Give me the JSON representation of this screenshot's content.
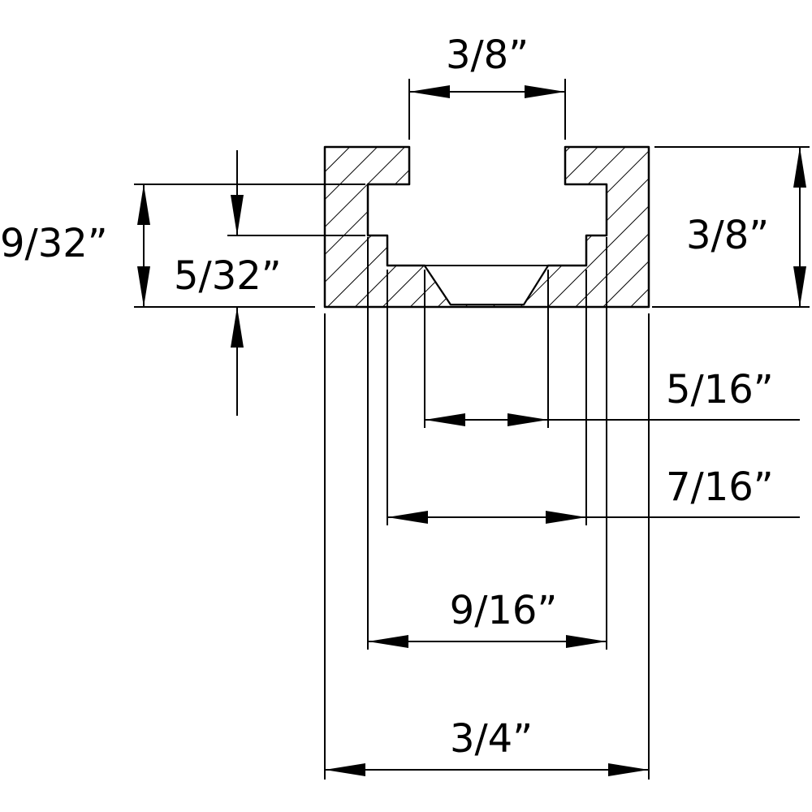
{
  "drawing": {
    "title": "T-track profile cross-section",
    "dimensions": {
      "top_opening": "3/8”",
      "left_overall_depth": "9/32”",
      "left_lip_depth": "5/32”",
      "right_height": "3/8”",
      "countersink_bottom": "5/16”",
      "slot_bottom_width": "7/16”",
      "inner_slot_width": "9/16”",
      "overall_width": "3/4”"
    },
    "colors": {
      "line": "#000000",
      "background": "#ffffff"
    }
  }
}
